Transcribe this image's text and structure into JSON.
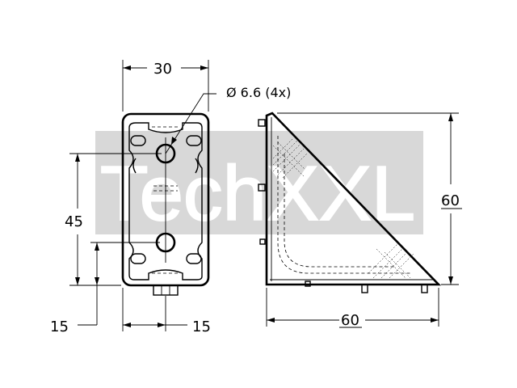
{
  "watermark": {
    "text": "TechXXL",
    "box_color": "#d8d8d8"
  },
  "dimensions": {
    "top_width": "30",
    "hole_spec": "Ø 6.6 (4x)",
    "height_left": "45",
    "bottom_left": "15",
    "bottom_right": "15",
    "side_height": "60",
    "side_width": "60"
  }
}
